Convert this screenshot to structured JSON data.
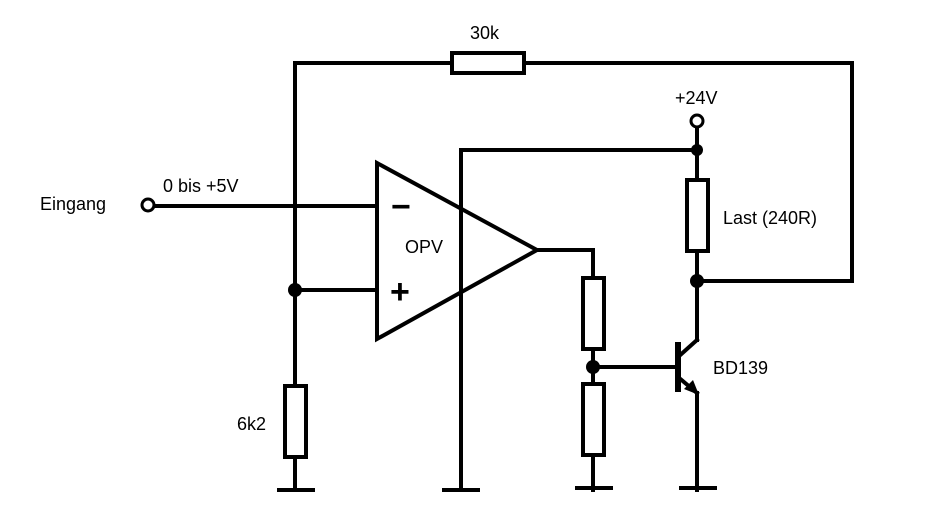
{
  "labels": {
    "feedback_resistor": "30k",
    "supply": "+24V",
    "input_name": "Eingang",
    "input_range": "0 bis +5V",
    "opamp": "OPV",
    "load": "Last (240R)",
    "transistor": "BD139",
    "ground_resistor": "6k2"
  },
  "opamp_inputs": {
    "inverting": "−",
    "non_inverting": "+"
  }
}
